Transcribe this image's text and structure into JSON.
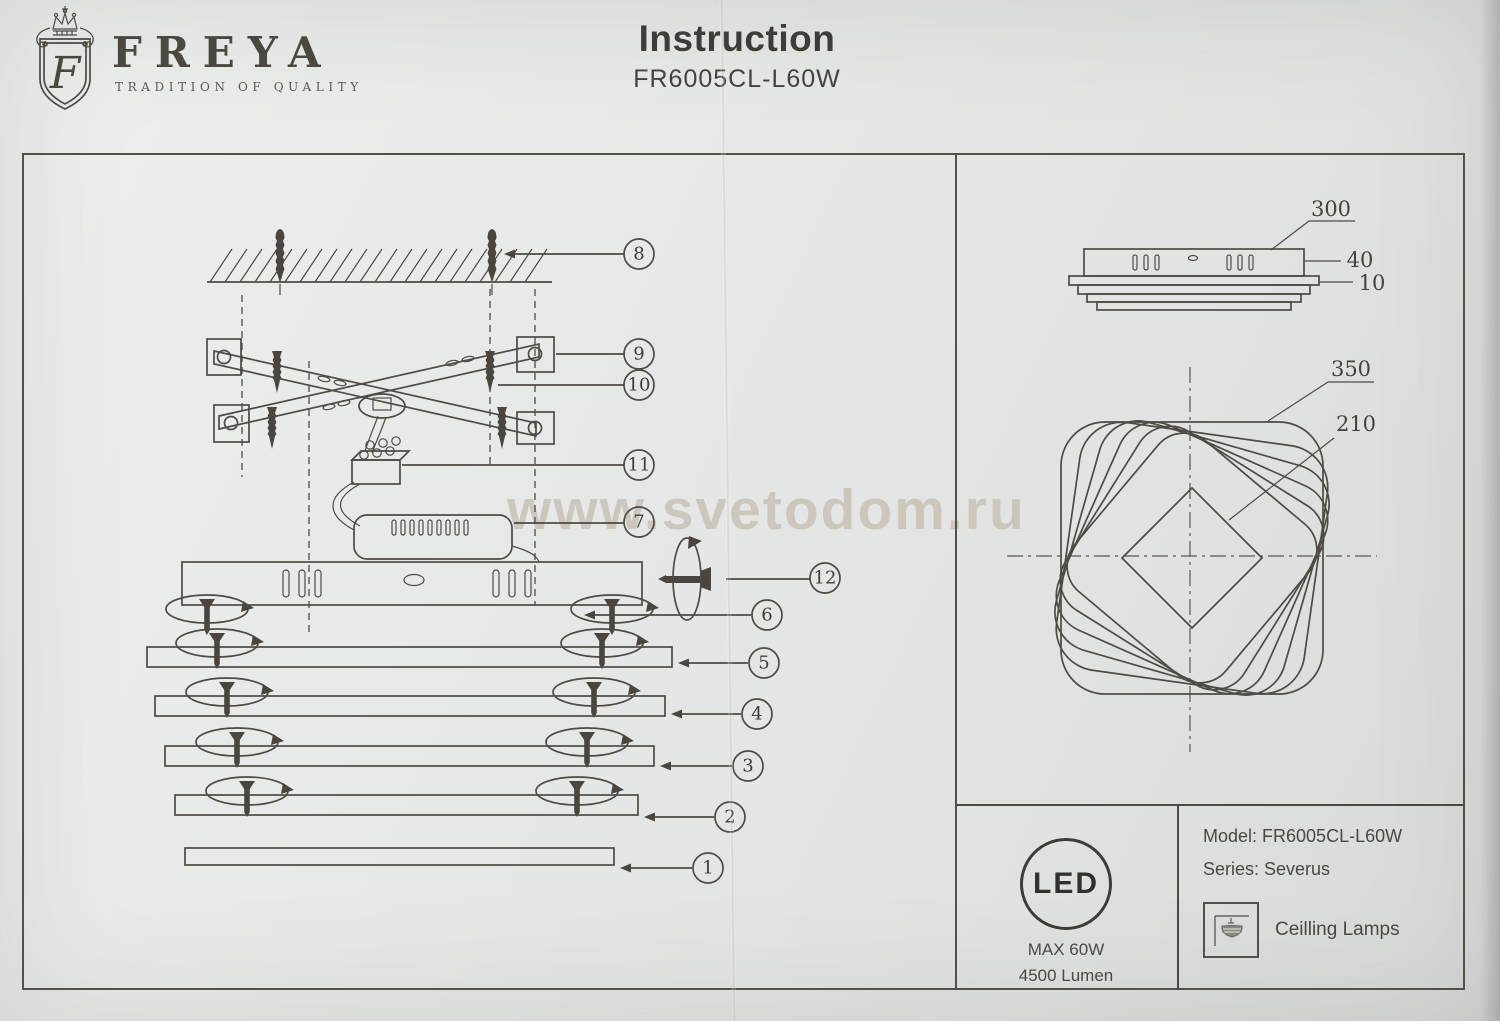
{
  "header": {
    "brand": "FREYA",
    "brand_tagline": "TRADITION OF QUALITY",
    "brand_monogram": "F",
    "title": "Instruction",
    "model": "FR6005CL-L60W"
  },
  "watermark": "www.svetodom.ru",
  "assembly": {
    "callouts": [
      "1",
      "2",
      "3",
      "4",
      "5",
      "6",
      "7",
      "8",
      "9",
      "10",
      "11",
      "12"
    ]
  },
  "dimensions": {
    "side_width": "300",
    "side_height": "40",
    "side_step": "10",
    "top_outer": "350",
    "top_inner": "210"
  },
  "spec": {
    "led_label": "LED",
    "max_power": "MAX 60W",
    "lumen": "4500 Lumen",
    "model_line": "Model: FR6005CL-L60W",
    "series_line": "Series: Severus",
    "category": "Ceilling Lamps"
  },
  "colors": {
    "paper": "#e6e8e7",
    "ink": "#4e4a44",
    "watermark": "#c8c1b5"
  }
}
